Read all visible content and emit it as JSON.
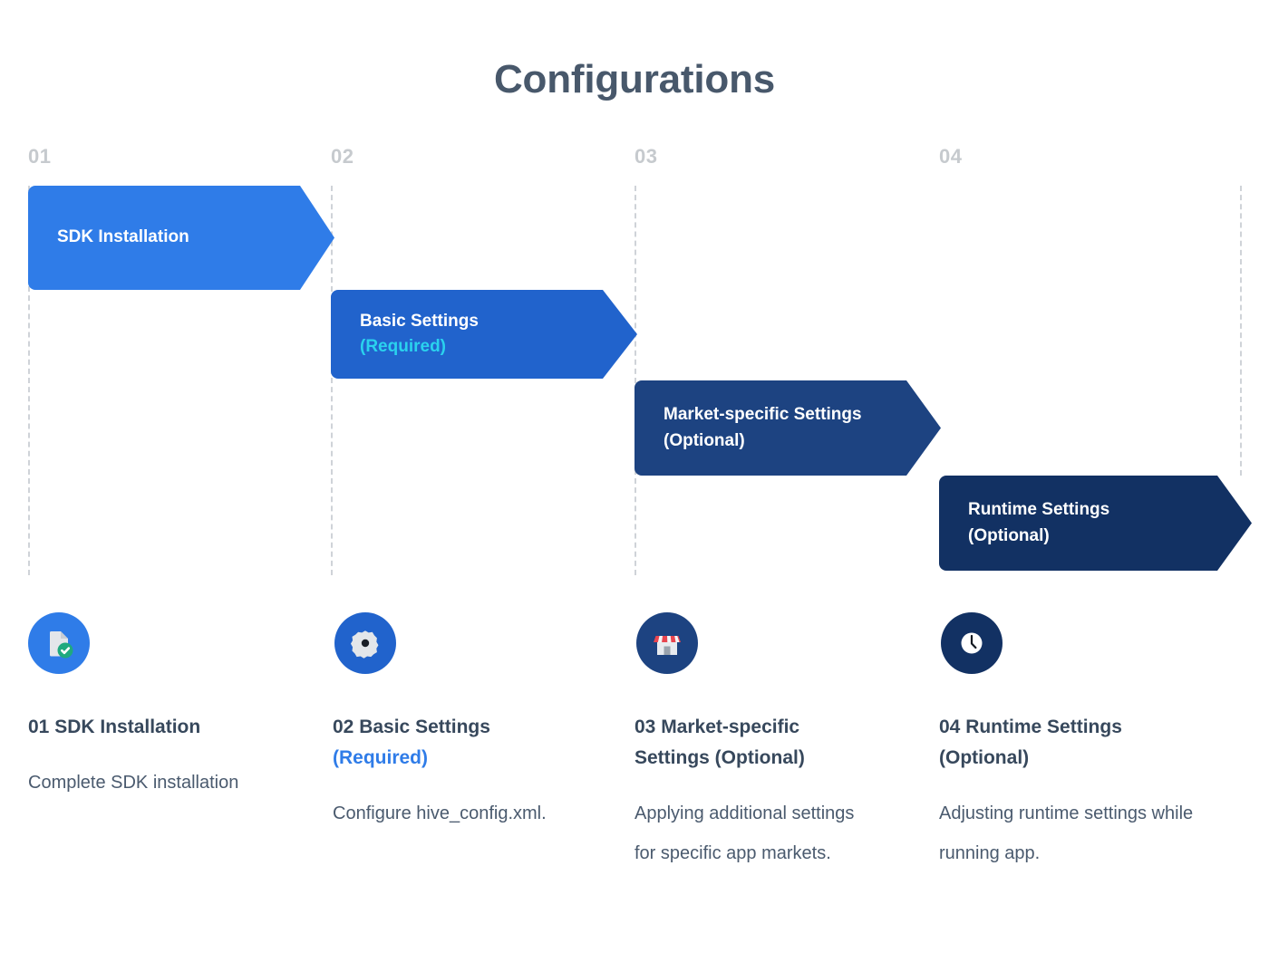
{
  "header": {
    "title": "Configurations"
  },
  "colors": {
    "title": "#48586b",
    "guide": "#cfd3d8",
    "number": "#c6cace",
    "step1": "#2f7ce8",
    "step2": "#2163cc",
    "step3": "#1d4381",
    "step4": "#123163",
    "accent_cyan": "#2ad2ee",
    "accent_blue": "#2f7ce8",
    "check_green": "#1fa97f",
    "awning_red": "#e8454f",
    "doc_gray": "#e3e6ea",
    "body_text": "#4a5a6e",
    "heading_text": "#37485c"
  },
  "columns": [
    {
      "number": "01",
      "arrow": {
        "line1": "SDK Installation",
        "line2": "",
        "line2_style": "none",
        "fill": "#2f7ce8"
      },
      "icon": {
        "name": "document-check-icon",
        "circle_fill": "#2f7ce8"
      },
      "caption": {
        "title_main": "01 SDK Installation",
        "title_tag": "",
        "title_tag_style": "none",
        "body": "Complete SDK installation"
      }
    },
    {
      "number": "02",
      "arrow": {
        "line1": "Basic Settings",
        "line2": "(Required)",
        "line2_style": "cyan",
        "fill": "#2163cc"
      },
      "icon": {
        "name": "gear-icon",
        "circle_fill": "#2163cc"
      },
      "caption": {
        "title_main": "02 Basic Settings",
        "title_tag": "(Required)",
        "title_tag_style": "blue",
        "body": "Configure hive_config.xml."
      }
    },
    {
      "number": "03",
      "arrow": {
        "line1": "Market-specific Settings",
        "line2": "(Optional)",
        "line2_style": "plain",
        "fill": "#1d4381"
      },
      "icon": {
        "name": "store-icon",
        "circle_fill": "#1d4381"
      },
      "caption": {
        "title_main": "03 Market-specific Settings (Optional)",
        "title_tag": "",
        "title_tag_style": "none",
        "body": "Applying additional settings for specific app markets."
      }
    },
    {
      "number": "04",
      "arrow": {
        "line1": "Runtime Settings",
        "line2": "(Optional)",
        "line2_style": "plain",
        "fill": "#123163"
      },
      "icon": {
        "name": "clock-icon",
        "circle_fill": "#123163"
      },
      "caption": {
        "title_main": "04 Runtime Settings (Optional)",
        "title_tag": "",
        "title_tag_style": "none",
        "body": "Adjusting runtime settings while running app."
      }
    }
  ]
}
